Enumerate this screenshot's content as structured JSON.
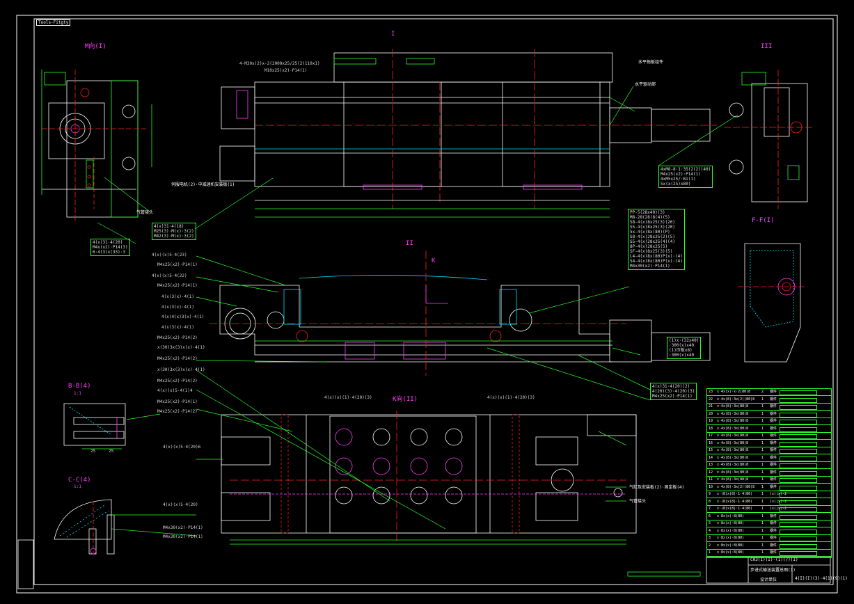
{
  "tab_label": "Tools-Fitgty",
  "views": {
    "m_view": "M向(I)",
    "i_view": "I",
    "ii_view": "II",
    "iii_view": "III",
    "ff_view": "F-F(I)",
    "bb_view": "B-B(4)",
    "bb_scale": "1:1",
    "cc_view": "C-C(4)",
    "cc_scale": "1:1",
    "k_view": "K向(II)",
    "k_mark": "K"
  },
  "callouts": {
    "horiz_slide": "水平拖板组件",
    "horiz_drive": "水平驱动部",
    "motor_note": "伺服电机(2)·中减速机安装板(1)",
    "top_fit": "4-M30x(2)x-2(2000x25/25(2)110x1)",
    "top_fit2": "M10x25(x2)·P14(1)",
    "right_fit1": "4xM8-8·1·35(2(2)(40)",
    "right_fit2": "M4x25(x2)·P14(1)",
    "right_fit3": "4xM5x25/·B1(1)",
    "right_fit4": "5x(x(25)x80)",
    "left_fit1": "4(x)31·4(20)",
    "left_fit2": "M4x(x2)·P14(3)",
    "left_fit3": "6·4(3)x(33)·3",
    "mid_fit1": "4(x)31·4(18)",
    "mid_fit2": "M25(3)·M(x)·3(2)",
    "mid_fit3": "M42(3)·M(x)·3(2)",
    "k_left1": "4(x)(x)(1)·4(20)(3)",
    "k_right1": "4(x)(x)(1)·4(20)(3)",
    "bb_dim1": "25",
    "bb_dim2": "25",
    "airhose": "气管接头",
    "airhose2": "气管接头",
    "cyl_note": "气缸及安装板(2)·固定板(4)",
    "c_fit1": "4(x)(x)5·4(20)6",
    "c_fit2": "4(x)(x)5·4(20)",
    "c_fit3": "M4x30(x2)·P14(1)",
    "c_fit4": "M4x30(x2)·P14(1)",
    "r_note1": "(1)x·(32x40)",
    "r_note2": "·300(x)x40",
    "r_note3": "(1)压板x8)",
    "r_note4": "·300(x)x40",
    "r_mid1": "4(x)31·4(20)(2)",
    "r_mid2": "4(20)(3)·4(20)(3)",
    "r_mid3": "M4x25(x2)·P14(1)"
  },
  "left_notes": [
    "4(x)(x)5·4(23)",
    "M4x25(x2)·P14(1)",
    "4(x)(x)5·4(22)",
    "M4x25(x2)·P14(1)",
    "4(x)3(x)·4(1)",
    "4(x)3(x)·4(1)",
    "4(x)4(x)3(x)·4(1)",
    "4(x)3(x)·4(1)",
    "M4x25(x2)·P14(2)",
    "x(30)3x(3)x(x)·4(1)",
    "M4x25(x2)·P14(2)",
    "x(30)3x(3)x(x)·4(1)",
    "M4x25(x2)·P14(2)",
    "4(x)(x)5·4(1)4",
    "M4x25(x2)·P14(1)",
    "M4x25(x2)·P14(2)"
  ],
  "right_notes": [
    "PP-5(28x40)(3)",
    "M8-28(28)8(4)(5)",
    "S8-4(x)8x25(3)(20)",
    "S5-4(x)8x25(3)(20)",
    "5x-4(x)8x(80)(P)",
    "S8-4(x)28x25(2)(5)",
    "S5-4(x)28x25(4)(4)",
    "8P-4(x)28x25(5)",
    "SF-4(x)8x25(3)(5)",
    "L4-4(x)8x(80)P(x)·(4)",
    "S4-4(x)8x(80)P(x)·(4)",
    "M4x30(x2)·P14(1)"
  ],
  "parts": [
    {
      "no": "23",
      "desc": "x·4x(x)·x·2(80)8",
      "qty": "2",
      "mat": "钢件"
    },
    {
      "no": "22",
      "desc": "x·4x(8)·3x(2)(80)8",
      "qty": "1",
      "mat": "钢件"
    },
    {
      "no": "21",
      "desc": "x·4x(8)·3x(80)8",
      "qty": "1",
      "mat": "钢件"
    },
    {
      "no": "20",
      "desc": "x·4x(8)·3x(80)8",
      "qty": "1",
      "mat": "钢件"
    },
    {
      "no": "19",
      "desc": "x·4x(8)·3x(80)8",
      "qty": "1",
      "mat": "钢件"
    },
    {
      "no": "18",
      "desc": "x·4x(8)·3x(80)8",
      "qty": "1",
      "mat": "钢件"
    },
    {
      "no": "17",
      "desc": "x·4x(8)·3x(80)8",
      "qty": "1",
      "mat": "钢件"
    },
    {
      "no": "16",
      "desc": "x·4x(8)·3x(80)8",
      "qty": "1",
      "mat": "钢件"
    },
    {
      "no": "15",
      "desc": "x·4x(8)·3x(80)8",
      "qty": "1",
      "mat": "钢件"
    },
    {
      "no": "14",
      "desc": "x·4x(8)·3x(80)8",
      "qty": "1",
      "mat": "钢件"
    },
    {
      "no": "13",
      "desc": "x·4x(8)·3x(80)8",
      "qty": "1",
      "mat": "钢件"
    },
    {
      "no": "12",
      "desc": "x·4x(8)·3x(80)8",
      "qty": "1",
      "mat": "钢件"
    },
    {
      "no": "11",
      "desc": "x·4x(8)·3x(80)8",
      "qty": "1",
      "mat": "钢件"
    },
    {
      "no": "10",
      "desc": "x·4x(8)·3x(2)(80)8",
      "qty": "1",
      "mat": "钢件"
    },
    {
      "no": "9",
      "desc": "x·(8)x(8)·1·4(80)",
      "qty": "1",
      "mat": "(x)(x)-2"
    },
    {
      "no": "8",
      "desc": "x·(8)x(8)·1·4(80)",
      "qty": "1",
      "mat": "(x)(x)-2"
    },
    {
      "no": "7",
      "desc": "x·(8)x(8)·1·4(80)",
      "qty": "1",
      "mat": "(x)(x)-2"
    },
    {
      "no": "6",
      "desc": "x·8x(x)·8(80)",
      "qty": "1",
      "mat": "钢件"
    },
    {
      "no": "5",
      "desc": "x·8x(x)·8(80)",
      "qty": "1",
      "mat": "钢件"
    },
    {
      "no": "4",
      "desc": "x·8x(x)·8(80)",
      "qty": "1",
      "mat": "钢件"
    },
    {
      "no": "3",
      "desc": "x·8x(x)·8(80)",
      "qty": "1",
      "mat": "钢件"
    },
    {
      "no": "2",
      "desc": "x·8x(x)·8(80)",
      "qty": "1",
      "mat": "钢件"
    },
    {
      "no": "1",
      "desc": "x·8x(x)·8(80)",
      "qty": "1",
      "mat": "钢件"
    }
  ],
  "title_block": {
    "code": "C03(I)(I)·(1)(/)(I)",
    "name": "步进式输送装置总图(1)",
    "drawing_no": "4(I)(I)(3)·4(1)(9)(1)",
    "company": "设计单位"
  },
  "colors": {
    "background": "#000000",
    "frame": "#ffffff",
    "outline": "#2aff2a",
    "part": "#ffffff",
    "centerline": "#ff2020",
    "accent": "#ff40ff",
    "cyan": "#00e0ff",
    "yellow": "#ffff00"
  }
}
